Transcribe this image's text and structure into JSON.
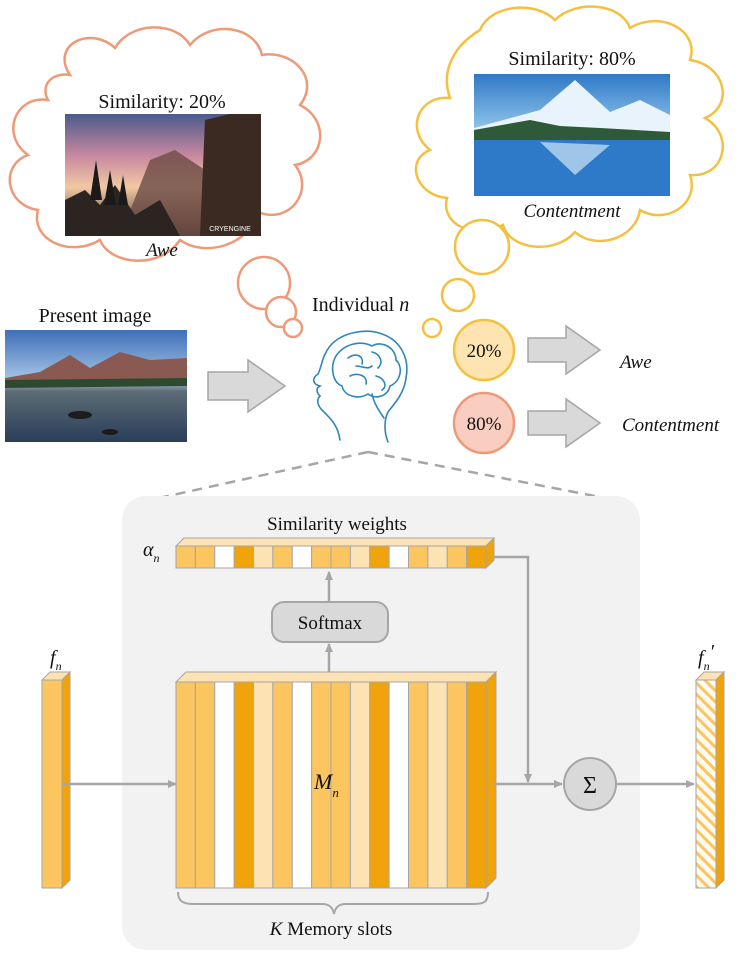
{
  "thought_left": {
    "similarity_label": "Similarity: 20%",
    "emotion": "Awe",
    "watermark": "CRYENGINE"
  },
  "thought_right": {
    "similarity_label": "Similarity: 80%",
    "emotion": "Contentment"
  },
  "present_image_label": "Present image",
  "individual_label": "Individual",
  "individual_var": "n",
  "outputs": [
    {
      "percent": "20%",
      "emotion": "Awe"
    },
    {
      "percent": "80%",
      "emotion": "Contentment"
    }
  ],
  "memory": {
    "similarity_weights_label": "Similarity weights",
    "alpha_symbol": "α",
    "alpha_sub": "n",
    "softmax_label": "Softmax",
    "f_symbol": "f",
    "f_sub": "n",
    "fprime_symbol": "f",
    "fprime_sub": "n",
    "fprime_mark": "′",
    "M_symbol": "M",
    "M_sub": "n",
    "sum_symbol": "Σ",
    "slots_K": "K",
    "slots_label": " Memory slots"
  },
  "colors": {
    "orange_cloud": "#ee9a78",
    "yellow_cloud": "#f4c040",
    "slot_dark": "#f0a30a",
    "slot_mid": "#fbc55f",
    "slot_light": "#fde3b3",
    "slot_white": "#ffffff",
    "circle_yellow_fill": "#fde4b0",
    "circle_pink_fill": "#f9cdbf",
    "gray_arrow": "#d9d9d9",
    "panel": "#f2f2f2"
  },
  "slot_levels": [
    "mid",
    "mid",
    "white",
    "dark",
    "light",
    "mid",
    "white",
    "mid",
    "mid",
    "light",
    "dark",
    "white",
    "mid",
    "light",
    "mid",
    "dark"
  ]
}
